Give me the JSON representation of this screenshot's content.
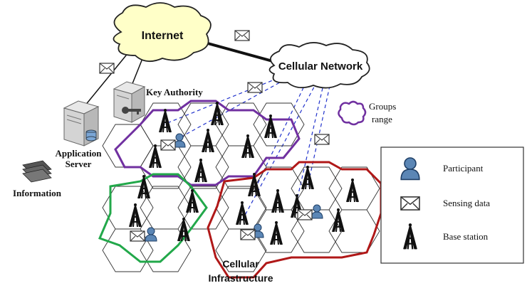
{
  "labels": {
    "internet": "Internet",
    "cellular_network": "Cellular Network",
    "key_authority": "Key Authority",
    "application_server_line1": "Application",
    "application_server_line2": "Server",
    "information": "Information",
    "groups_range_line1": "Groups",
    "groups_range_line2": "range",
    "cellular_infrastructure_line1": "Cellular",
    "cellular_infrastructure_line2": "Infrastructure"
  },
  "legend": {
    "items": [
      {
        "icon": "participant-icon",
        "label": "Participant"
      },
      {
        "icon": "envelope-icon",
        "label": "Sensing data"
      },
      {
        "icon": "tower-icon",
        "label": "Base station"
      }
    ]
  },
  "colors": {
    "cloud_internet": "#ffffc8",
    "group_purple": "#7030a0",
    "group_green": "#22a84a",
    "group_red": "#b01818",
    "dashed_link": "#2233cc",
    "participant": "#5b86b5"
  },
  "icons": [
    "envelope-icon",
    "tower-icon",
    "participant-icon",
    "server-icon",
    "key-server-icon",
    "documents-icon",
    "cloud-icon"
  ]
}
